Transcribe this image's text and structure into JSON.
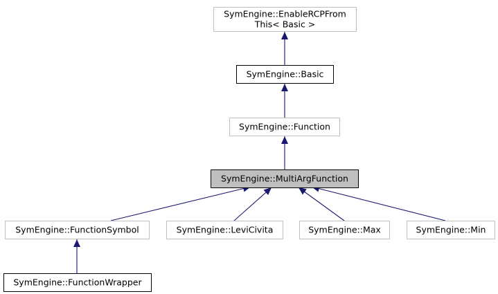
{
  "nodes": [
    {
      "id": "enable_rcp",
      "lines": [
        "SymEngine::EnableRCPFrom",
        "This< Basic >"
      ],
      "style": "gray"
    },
    {
      "id": "basic",
      "lines": [
        "SymEngine::Basic"
      ],
      "style": "black"
    },
    {
      "id": "function",
      "lines": [
        "SymEngine::Function"
      ],
      "style": "gray"
    },
    {
      "id": "multiarg",
      "lines": [
        "SymEngine::MultiArgFunction"
      ],
      "style": "highlight"
    },
    {
      "id": "function_symbol",
      "lines": [
        "SymEngine::FunctionSymbol"
      ],
      "style": "gray"
    },
    {
      "id": "levi_civita",
      "lines": [
        "SymEngine::LeviCivita"
      ],
      "style": "gray"
    },
    {
      "id": "max",
      "lines": [
        "SymEngine::Max"
      ],
      "style": "gray"
    },
    {
      "id": "min",
      "lines": [
        "SymEngine::Min"
      ],
      "style": "gray"
    },
    {
      "id": "function_wrapper",
      "lines": [
        "SymEngine::FunctionWrapper"
      ],
      "style": "black"
    }
  ],
  "edges": [
    {
      "from": "basic",
      "to": "enable_rcp"
    },
    {
      "from": "function",
      "to": "basic"
    },
    {
      "from": "multiarg",
      "to": "function"
    },
    {
      "from": "function_symbol",
      "to": "multiarg"
    },
    {
      "from": "levi_civita",
      "to": "multiarg"
    },
    {
      "from": "max",
      "to": "multiarg"
    },
    {
      "from": "min",
      "to": "multiarg"
    },
    {
      "from": "function_wrapper",
      "to": "function_symbol"
    }
  ],
  "colors": {
    "edge": "#191970",
    "border_gray": "#bfbfbf",
    "border_black": "#000000",
    "highlight_fill": "#bfbfbf"
  }
}
